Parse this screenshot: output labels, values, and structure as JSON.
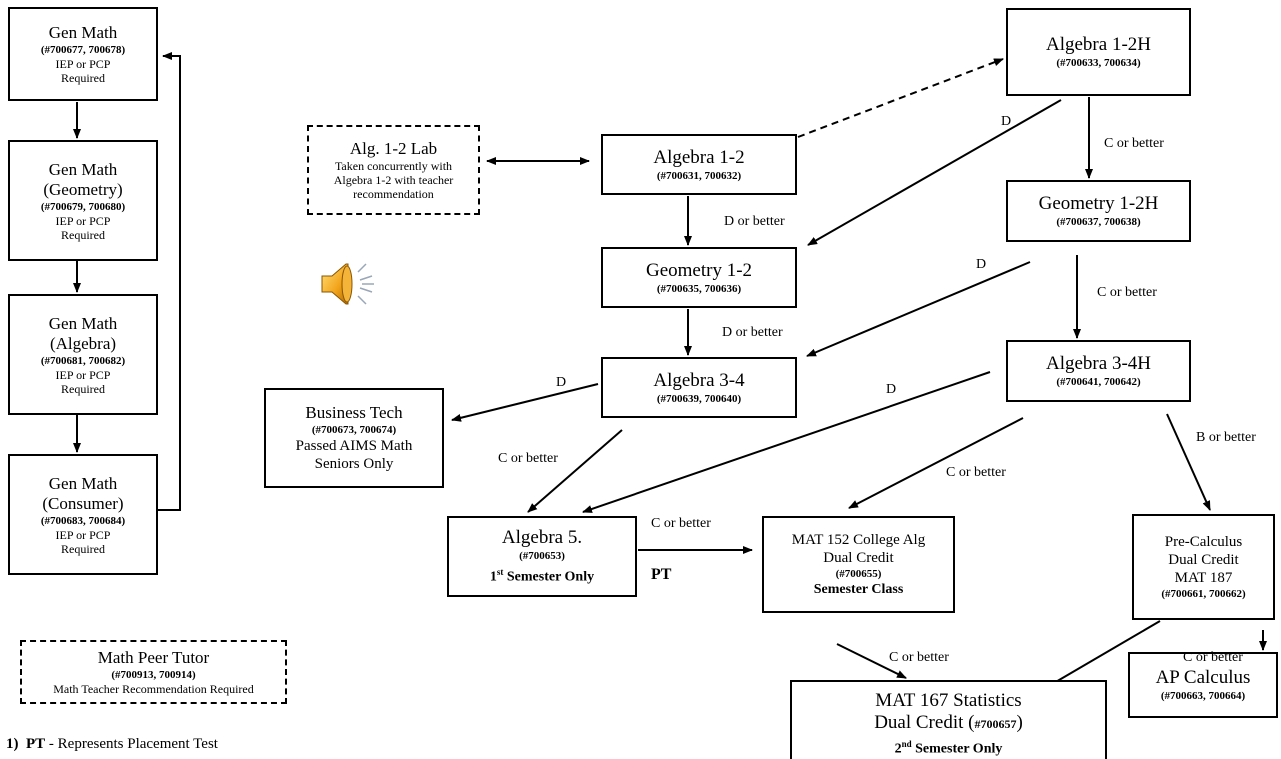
{
  "boxes": {
    "gen_math": {
      "title": "Gen Math",
      "code": "(#700677, 700678)",
      "note1": "IEP or PCP",
      "note2": "Required"
    },
    "gen_math_geometry": {
      "title1": "Gen Math",
      "title2": "(Geometry)",
      "code": "(#700679, 700680)",
      "note1": "IEP or PCP",
      "note2": "Required"
    },
    "gen_math_algebra": {
      "title1": "Gen Math",
      "title2": "(Algebra)",
      "code": "(#700681, 700682)",
      "note1": "IEP or PCP",
      "note2": "Required"
    },
    "gen_math_consumer": {
      "title1": "Gen Math",
      "title2": "(Consumer)",
      "code": "(#700683, 700684)",
      "note1": "IEP or PCP",
      "note2": "Required"
    },
    "alg_lab": {
      "title": "Alg. 1-2 Lab",
      "note1": "Taken concurrently with",
      "note2": "Algebra 1-2 with teacher",
      "note3": "recommendation"
    },
    "algebra_1_2": {
      "title": "Algebra 1-2",
      "code": "(#700631, 700632)"
    },
    "geometry_1_2": {
      "title": "Geometry 1-2",
      "code": "(#700635, 700636)"
    },
    "algebra_3_4": {
      "title": "Algebra 3-4",
      "code": "(#700639, 700640)"
    },
    "business_tech": {
      "title": "Business Tech",
      "code": "(#700673, 700674)",
      "note1": "Passed AIMS Math",
      "note2": "Seniors Only"
    },
    "algebra_5": {
      "title": "Algebra 5.",
      "code": "(#700653)",
      "semester_num": "1",
      "semester_sup": "st",
      "semester_rest": " Semester Only"
    },
    "algebra_1_2h": {
      "title": "Algebra 1-2H",
      "code": "(#700633, 700634)"
    },
    "geometry_1_2h": {
      "title": "Geometry 1-2H",
      "code": "(#700637, 700638)"
    },
    "algebra_3_4h": {
      "title": "Algebra 3-4H",
      "code": "(#700641, 700642)"
    },
    "mat152": {
      "title1": "MAT 152 College Alg",
      "title2": "Dual Credit",
      "code": "(#700655)",
      "note": "Semester Class"
    },
    "precalc": {
      "title1": "Pre-Calculus",
      "title2": "Dual Credit",
      "title3": "MAT 187",
      "code": "(#700661, 700662)"
    },
    "ap_calc": {
      "title": "AP Calculus",
      "code": "(#700663, 700664)"
    },
    "mat167": {
      "title1": "MAT 167 Statistics",
      "title2a": "Dual Credit (",
      "title2code": "#700657",
      "title2b": ")",
      "semester_num": "2",
      "semester_sup": "nd",
      "semester_rest": " Semester Only"
    },
    "peer_tutor": {
      "title": "Math Peer Tutor",
      "code": "(#700913, 700914)",
      "note": "Math Teacher Recommendation Required"
    }
  },
  "labels": {
    "d_alg12h_geo": "D",
    "c_alg12h_geo12h": "C or better",
    "d_alg12_geo": "D or better",
    "d_geo12h_alg34": "D",
    "c_geo12h_alg34h": "C or better",
    "d_geo12_alg34": "D or better",
    "d_alg34_bt": "D",
    "c_alg34_alg5": "C or better",
    "d_alg34h_alg5": "D",
    "c_alg34h_mat152": "C or better",
    "b_alg34h_precalc": "B or better",
    "c_alg5_mat152": "C or better",
    "pt": "PT",
    "c_mat152_mat167": "C or better",
    "c_precalc_ap": "C or better"
  },
  "notes": [
    {
      "num": "1)",
      "bold": "PT",
      "text": " - Represents Placement Test"
    }
  ],
  "icons": {
    "speaker": "speaker-icon"
  }
}
